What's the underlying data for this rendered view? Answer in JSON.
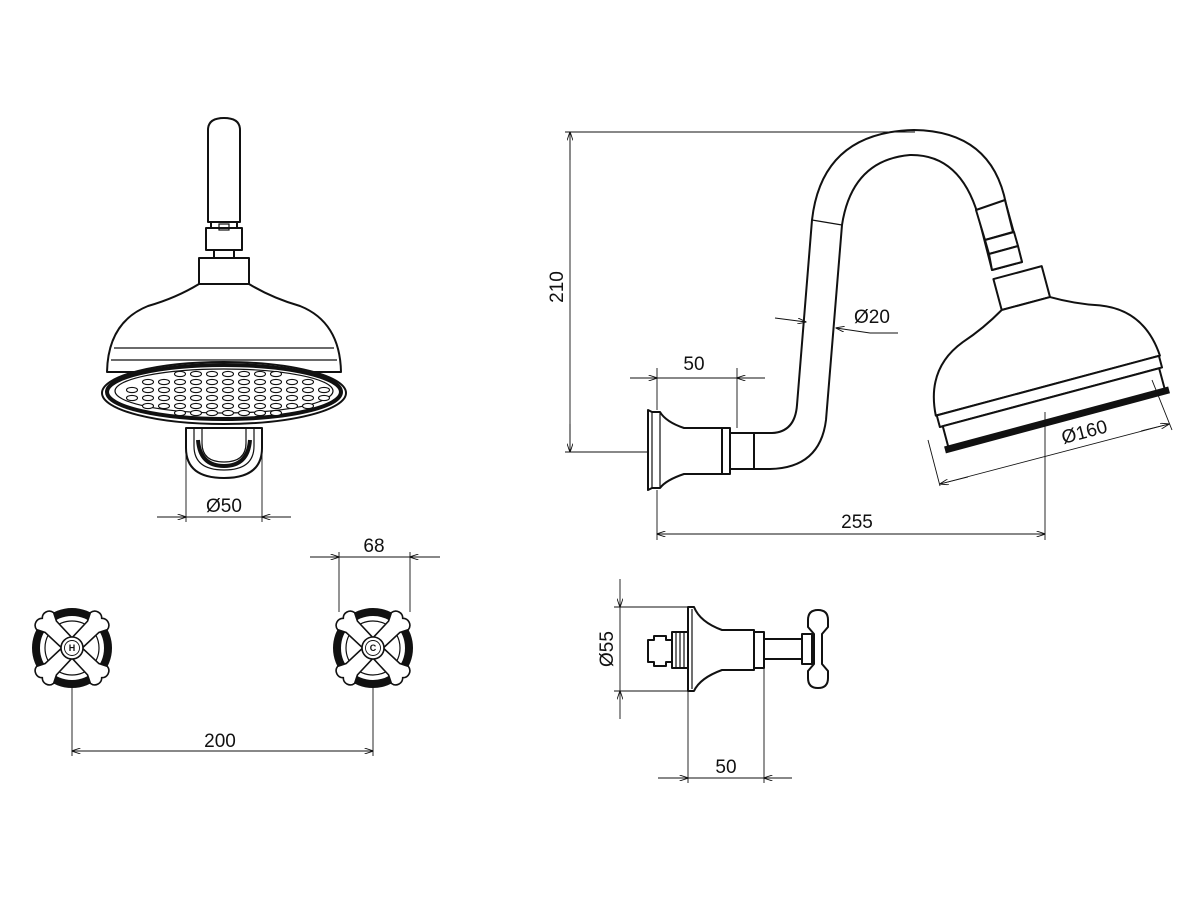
{
  "dimensions": {
    "showerhead_flange_diameter": "Ø50",
    "tap_width": "68",
    "tap_spacing": "200",
    "arm_height": "210",
    "arm_diameter": "Ø20",
    "arm_flange_depth": "50",
    "head_diameter": "Ø160",
    "arm_projection": "255",
    "tap_flange_diameter": "Ø55",
    "tap_depth": "50"
  },
  "tap_markers": {
    "hot": "H",
    "cold": "C"
  }
}
